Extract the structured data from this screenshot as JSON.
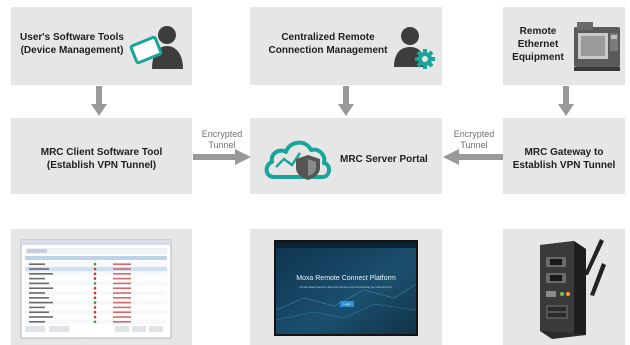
{
  "top": {
    "user_tools": [
      "User's Software Tools",
      "(Device Management)"
    ],
    "central": [
      "Centralized Remote",
      "Connection Management"
    ],
    "remote_eq": [
      "Remote",
      "Ethernet",
      "Equipment"
    ]
  },
  "middle": {
    "client_tool": [
      "MRC Client Software Tool",
      "(Establish VPN Tunnel)"
    ],
    "server_portal": "MRC Server Portal",
    "gateway": [
      "MRC Gateway to",
      "Establish VPN Tunnel"
    ]
  },
  "arrows": {
    "left_label": [
      "Encrypted",
      "Tunnel"
    ],
    "right_label": [
      "Encrypted",
      "Tunnel"
    ]
  },
  "icons": {
    "user_tablet": "user-with-tablet-icon",
    "user_gear": "user-with-gear-icon",
    "machine": "cnc-machine-icon",
    "cloud_shield": "cloud-shield-icon"
  },
  "screenshot_portal": {
    "heading": "Moxa Remote Connect Platform",
    "subtext": "Cloud-based Secure Remote Access and Networking for Industrial IoT",
    "button": "Login"
  },
  "colors": {
    "box_bg": "#e6e6e6",
    "arrow": "#999999",
    "teal": "#1aa59a",
    "dark": "#3d3d3d"
  }
}
